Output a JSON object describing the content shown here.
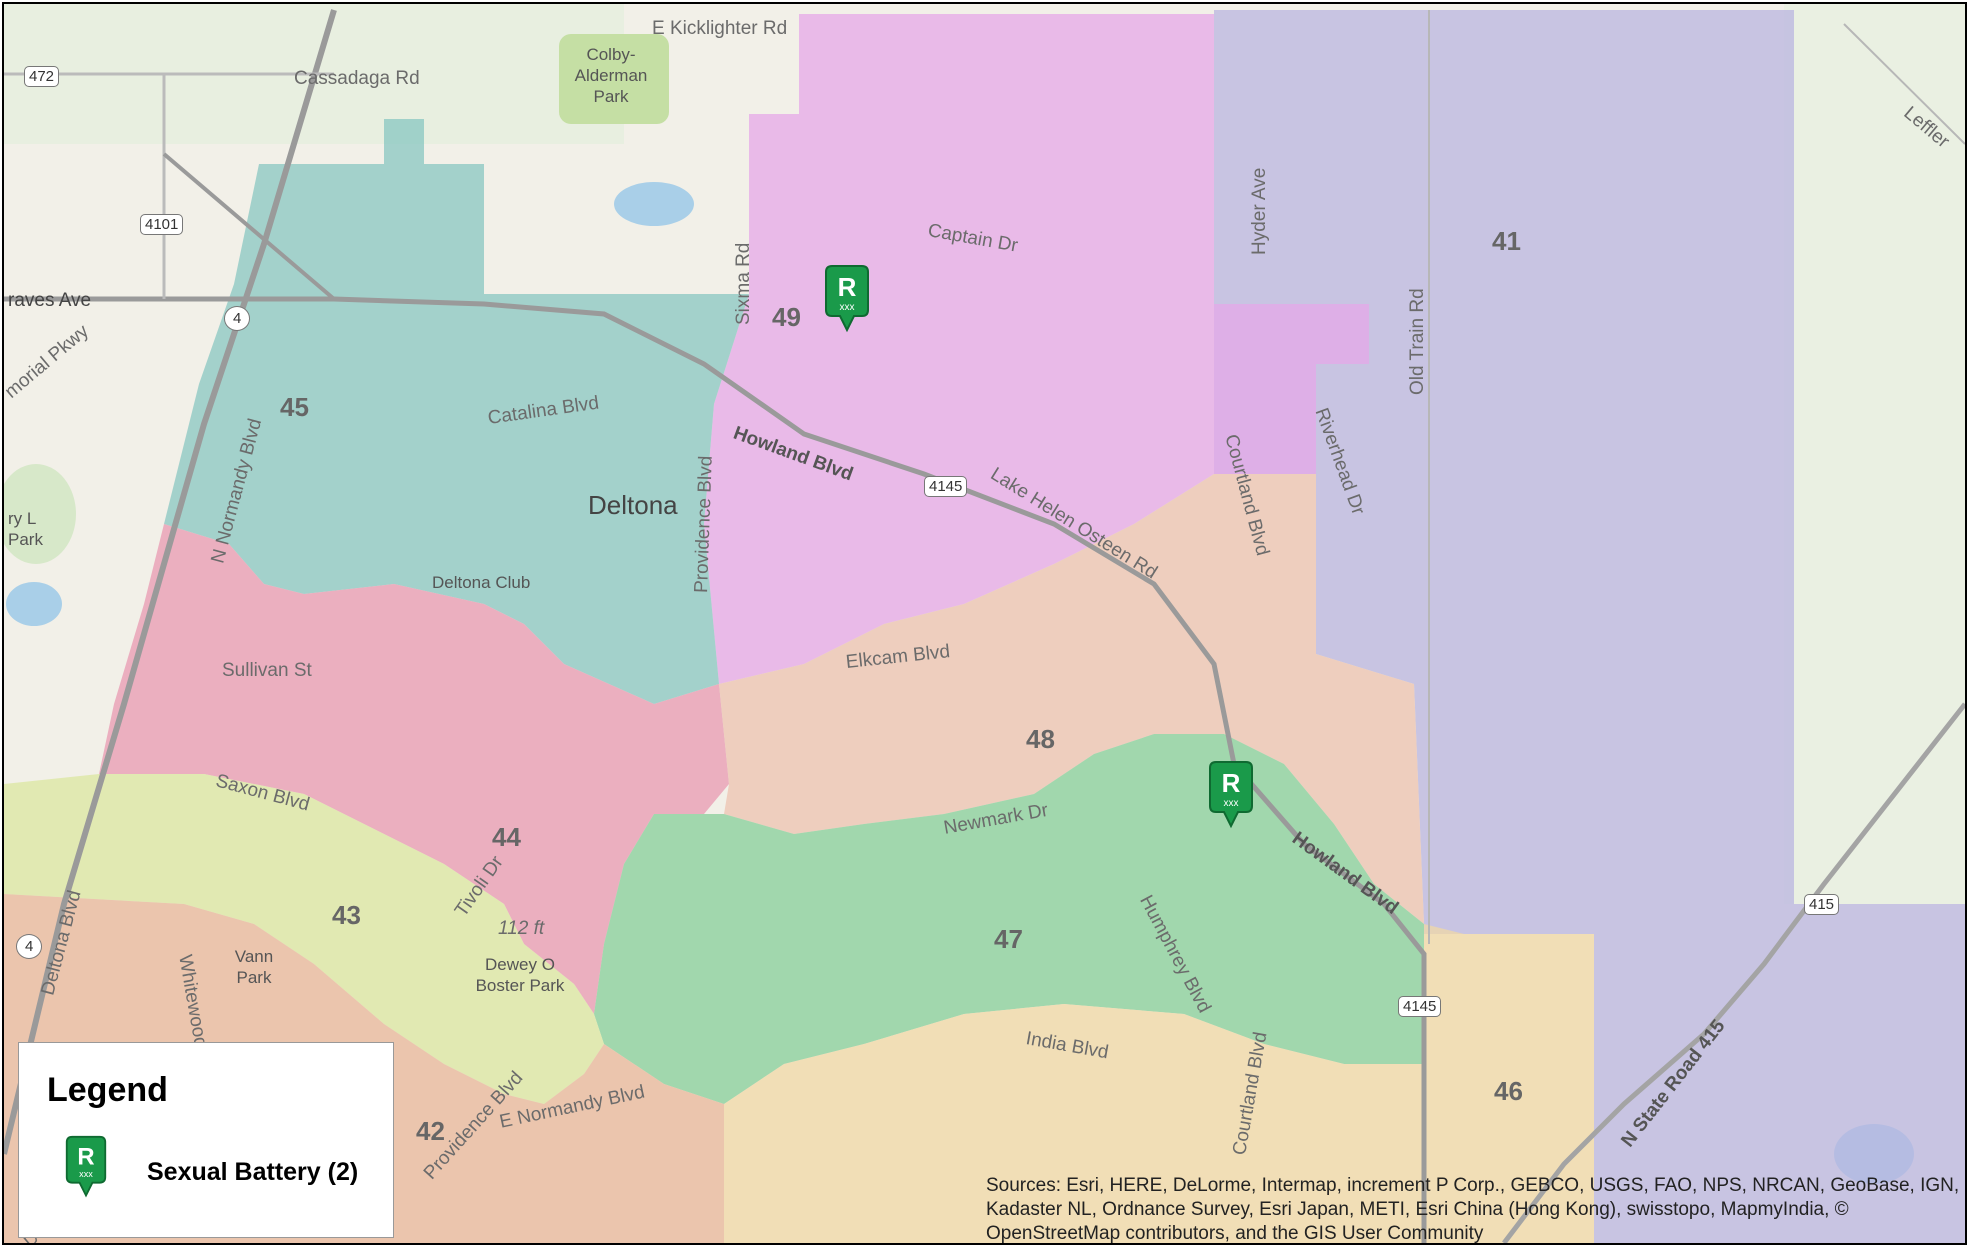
{
  "legend": {
    "title": "Legend",
    "entries": [
      {
        "label": "Sexual Battery (2)",
        "icon": "r-pin-icon",
        "color": "#1a9a4a"
      }
    ]
  },
  "attribution": "Sources: Esri, HERE, DeLorme, Intermap, increment P Corp., GEBCO, USGS, FAO, NPS, NRCAN, GeoBase, IGN, Kadaster NL, Ordnance Survey, Esri Japan, METI, Esri China (Hong Kong), swisstopo, MapmyIndia, © OpenStreetMap contributors, and the GIS User Community",
  "zones": [
    {
      "label": "41",
      "color": "#b9b6e0"
    },
    {
      "label": "42",
      "color": "#e8b79a"
    },
    {
      "label": "43",
      "color": "#dbe7a0"
    },
    {
      "label": "44",
      "color": "#e89ab2"
    },
    {
      "label": "45",
      "color": "#88c7c2"
    },
    {
      "label": "46",
      "color": "#f0d8a6"
    },
    {
      "label": "47",
      "color": "#86cf9a"
    },
    {
      "label": "48",
      "color": "#ecc3b0"
    },
    {
      "label": "49",
      "color": "#e6a8e8"
    }
  ],
  "places": {
    "city": "Deltona",
    "parks": [
      "Colby-Alderman Park",
      "Deltona Club",
      "Vann Park",
      "Dewey O Boster Park",
      "ry L Park"
    ]
  },
  "roads": [
    "E Kicklighter Rd",
    "Cassadaga Rd",
    "raves Ave",
    "morial Pkwy",
    "Captain Dr",
    "Sixma Rd",
    "Hyder Ave",
    "Old Train Rd",
    "Catalina Blvd",
    "N Normandy Blvd",
    "Providence Blvd",
    "Howland Blvd",
    "Lake Helen Osteen Rd",
    "Courtland Blvd",
    "Riverhead Dr",
    "Leffler",
    "Sullivan St",
    "Elkcam Blvd",
    "Saxon Blvd",
    "Newmark Dr",
    "Tivoli Dr",
    "Humphrey Blvd",
    "Howland Blvd",
    "Deltona Blvd",
    "Whitewood Dr",
    "India Blvd",
    "Courtland Blvd",
    "Providence Blvd",
    "E Normandy Blvd",
    "N State Road 415",
    "112 ft",
    "ry"
  ],
  "shields": [
    "472",
    "4101",
    "4",
    "4145",
    "4",
    "4145",
    "415"
  ],
  "incidents": [
    {
      "label": "Sexual Battery",
      "icon": "r-pin-icon"
    },
    {
      "label": "Sexual Battery",
      "icon": "r-pin-icon"
    }
  ]
}
